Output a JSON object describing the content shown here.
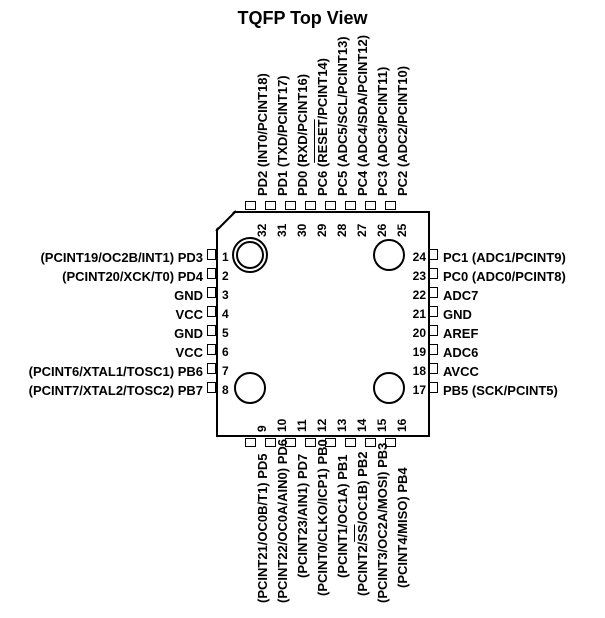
{
  "title": "TQFP Top View",
  "package": {
    "type": "TQFP",
    "pin_count": 32,
    "pin1_marker": "double-circle-top-left",
    "chamfer_corner": "top-left"
  },
  "pins": {
    "left": [
      {
        "num": "1",
        "label": "(PCINT19/OC2B/INT1) PD3"
      },
      {
        "num": "2",
        "label": "(PCINT20/XCK/T0) PD4"
      },
      {
        "num": "3",
        "label": "GND"
      },
      {
        "num": "4",
        "label": "VCC"
      },
      {
        "num": "5",
        "label": "GND"
      },
      {
        "num": "6",
        "label": "VCC"
      },
      {
        "num": "7",
        "label": "(PCINT6/XTAL1/TOSC1) PB6"
      },
      {
        "num": "8",
        "label": "(PCINT7/XTAL2/TOSC2) PB7"
      }
    ],
    "bottom": [
      {
        "num": "9",
        "pre": "(PCINT21/OC0B/T1) PD5",
        "ovl": "",
        "post": ""
      },
      {
        "num": "10",
        "pre": "(PCINT22/OC0A/AIN0) PD6",
        "ovl": "",
        "post": ""
      },
      {
        "num": "11",
        "pre": "(PCINT23/AIN1) PD7",
        "ovl": "",
        "post": ""
      },
      {
        "num": "12",
        "pre": "(PCINT0/CLKO/ICP1) PB0",
        "ovl": "",
        "post": ""
      },
      {
        "num": "13",
        "pre": "(PCINT1/OC1A) PB1",
        "ovl": "",
        "post": ""
      },
      {
        "num": "14",
        "pre": "(PCINT2/",
        "ovl": "SS",
        "post": "/OC1B) PB2"
      },
      {
        "num": "15",
        "pre": "(PCINT3/OC2A/MOSI) PB3",
        "ovl": "",
        "post": ""
      },
      {
        "num": "16",
        "pre": "(PCINT4/MISO) PB4",
        "ovl": "",
        "post": ""
      }
    ],
    "right": [
      {
        "num": "17",
        "label": "PB5 (SCK/PCINT5)"
      },
      {
        "num": "18",
        "label": "AVCC"
      },
      {
        "num": "19",
        "label": "ADC6"
      },
      {
        "num": "20",
        "label": "AREF"
      },
      {
        "num": "21",
        "label": "GND"
      },
      {
        "num": "22",
        "label": "ADC7"
      },
      {
        "num": "23",
        "label": "PC0 (ADC0/PCINT8)"
      },
      {
        "num": "24",
        "label": "PC1 (ADC1/PCINT9)"
      }
    ],
    "top": [
      {
        "num": "25",
        "pre": "PC2 (ADC2/PCINT10)",
        "ovl": "",
        "post": ""
      },
      {
        "num": "26",
        "pre": "PC3 (ADC3/PCINT11)",
        "ovl": "",
        "post": ""
      },
      {
        "num": "27",
        "pre": "PC4 (ADC4/SDA/PCINT12)",
        "ovl": "",
        "post": ""
      },
      {
        "num": "28",
        "pre": "PC5 (ADC5/SCL/PCINT13)",
        "ovl": "",
        "post": ""
      },
      {
        "num": "29",
        "pre": "PC6 (",
        "ovl": "RESET",
        "post": "/PCINT14)"
      },
      {
        "num": "30",
        "pre": "PD0 (RXD/PCINT16)",
        "ovl": "",
        "post": ""
      },
      {
        "num": "31",
        "pre": "PD1 (TXD/PCINT17)",
        "ovl": "",
        "post": ""
      },
      {
        "num": "32",
        "pre": "PD2 (INT0/PCINT18)",
        "ovl": "",
        "post": ""
      }
    ]
  },
  "colors": {
    "ink": "#000000",
    "background": "#ffffff"
  }
}
